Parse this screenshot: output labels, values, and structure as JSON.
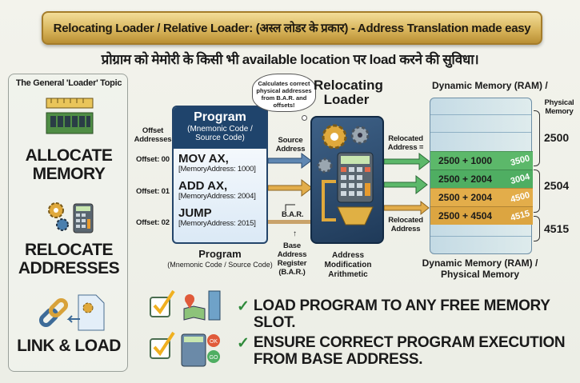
{
  "title": "Relocating Loader / Relative Loader: (अस्ल लोडर के प्रकार) - Address Translation made easy",
  "subtitle": "प्रोग्राम को मेमोरी के किसी भी available location पर load करने की सुविधा।",
  "left_panel": {
    "title": "The General 'Loader' Topic",
    "items": [
      {
        "label1": "ALLOCATE",
        "label2": "MEMORY"
      },
      {
        "label1": "RELOCATE",
        "label2": "ADDRESSES"
      },
      {
        "label1": "LINK & LOAD"
      }
    ]
  },
  "offsets": {
    "header1": "Offset",
    "header2": "Addresses",
    "rows": [
      "Offset: 00",
      "Offset: 01",
      "Offset: 02"
    ]
  },
  "program": {
    "title": "Program",
    "subtitle1": "(Mnemonic Code /",
    "subtitle2": "Source Code)",
    "instructions": [
      {
        "op": "MOV AX,",
        "addr": "[MemoryAddress: 1000]"
      },
      {
        "op": "ADD AX,",
        "addr": "[MemoryAddress: 2004]"
      },
      {
        "op": "JUMP",
        "addr": "[MemoryAddress: 2015]"
      }
    ],
    "caption1": "Program",
    "caption2": "(Mnemonic Code / Source Code)"
  },
  "bubble": "Calculates correct physical addresses from B.A.R. and offsets!",
  "loader": {
    "title1": "Relocating",
    "title2": "Loader",
    "caption": [
      "Address",
      "Modification",
      "Arithmetic"
    ]
  },
  "labels": {
    "source_address": [
      "Source",
      "Address"
    ],
    "bar": "B.A.R.",
    "bar_full": [
      "Base",
      "Address",
      "Register",
      "(B.A.R.)"
    ],
    "relocated_eq": [
      "Relocated",
      "Address ="
    ],
    "relocated": [
      "Relocated",
      "Address"
    ]
  },
  "memory": {
    "title": "Dynamic Memory (RAM) /",
    "title2": [
      "Physical",
      "Memory"
    ],
    "caption": [
      "Dynamic Memory (RAM) /",
      "Physical Memory"
    ],
    "segments": [
      {
        "expr": "2500 + 1000",
        "value": "3500",
        "color": "#5cb86a"
      },
      {
        "expr": "2500 + 2004",
        "value": "3004",
        "color": "#4fae62"
      },
      {
        "expr": "2500 + 2004",
        "value": "4500",
        "color": "#e3ad4a"
      },
      {
        "expr": "2500 + 4504",
        "value": "4515",
        "color": "#dca541"
      }
    ],
    "braces": [
      "2500",
      "2504",
      "4515"
    ]
  },
  "benefits": [
    "LOAD PROGRAM TO ANY FREE MEMORY SLOT.",
    "ENSURE CORRECT PROGRAM EXECUTION",
    "FROM BASE ADDRESS."
  ],
  "icon_labels": {
    "ok": "OK",
    "go": "GO"
  },
  "colors": {
    "gold": "#d6b258",
    "navy": "#1f446c",
    "green": "#4fae62",
    "orange": "#e3ad4a"
  }
}
